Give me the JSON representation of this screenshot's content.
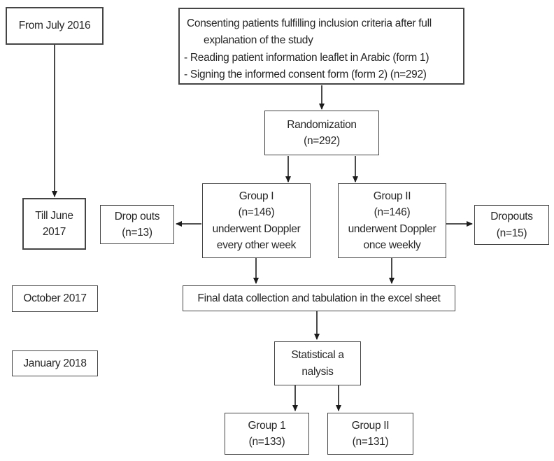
{
  "flowchart": {
    "timeline": {
      "from_july": "From July 2016",
      "till_june": "Till June\n2017",
      "october": "October 2017",
      "january": "January 2018"
    },
    "nodes": {
      "consent": " Consenting patients fulfilling inclusion criteria after full\n       explanation of the study\n- Reading patient information leaflet in Arabic (form 1)\n- Signing the informed consent form (form 2) (n=292)",
      "randomization": "Randomization\n(n=292)",
      "group1": "Group I\n(n=146)\nunderwent Doppler\nevery other week",
      "group2": "Group II\n(n=146)\nunderwent Doppler\nonce weekly",
      "dropouts_left": "Drop outs\n(n=13)",
      "dropouts_right": "Dropouts\n(n=15)",
      "final_data": "Final data collection and tabulation in the excel sheet",
      "statistical": "Statistical a\nnalysis",
      "group1_final": "Group 1\n(n=133)",
      "group2_final": "Group II\n(n=131)"
    },
    "colors": {
      "background": "#ffffff",
      "border": "#454545",
      "text": "#262626",
      "arrow": "#1c1c1c"
    }
  }
}
